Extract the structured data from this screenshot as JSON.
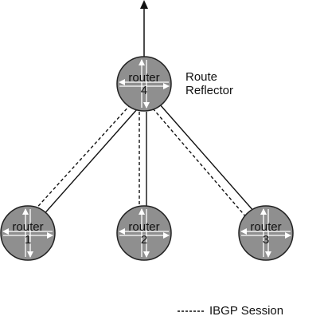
{
  "diagram": {
    "routers": [
      {
        "id": "r4",
        "top": "router",
        "bottom": "4"
      },
      {
        "id": "r1",
        "top": "router",
        "bottom": "1"
      },
      {
        "id": "r2",
        "top": "router",
        "bottom": "2"
      },
      {
        "id": "r3",
        "top": "router",
        "bottom": "3"
      }
    ],
    "annotation": {
      "line1": "Route",
      "line2": "Reflector"
    },
    "legend": {
      "label": "IBGP Session"
    },
    "colors": {
      "router_fill": "#8f8f8f",
      "router_stroke": "#222222",
      "line": "#111111"
    }
  }
}
